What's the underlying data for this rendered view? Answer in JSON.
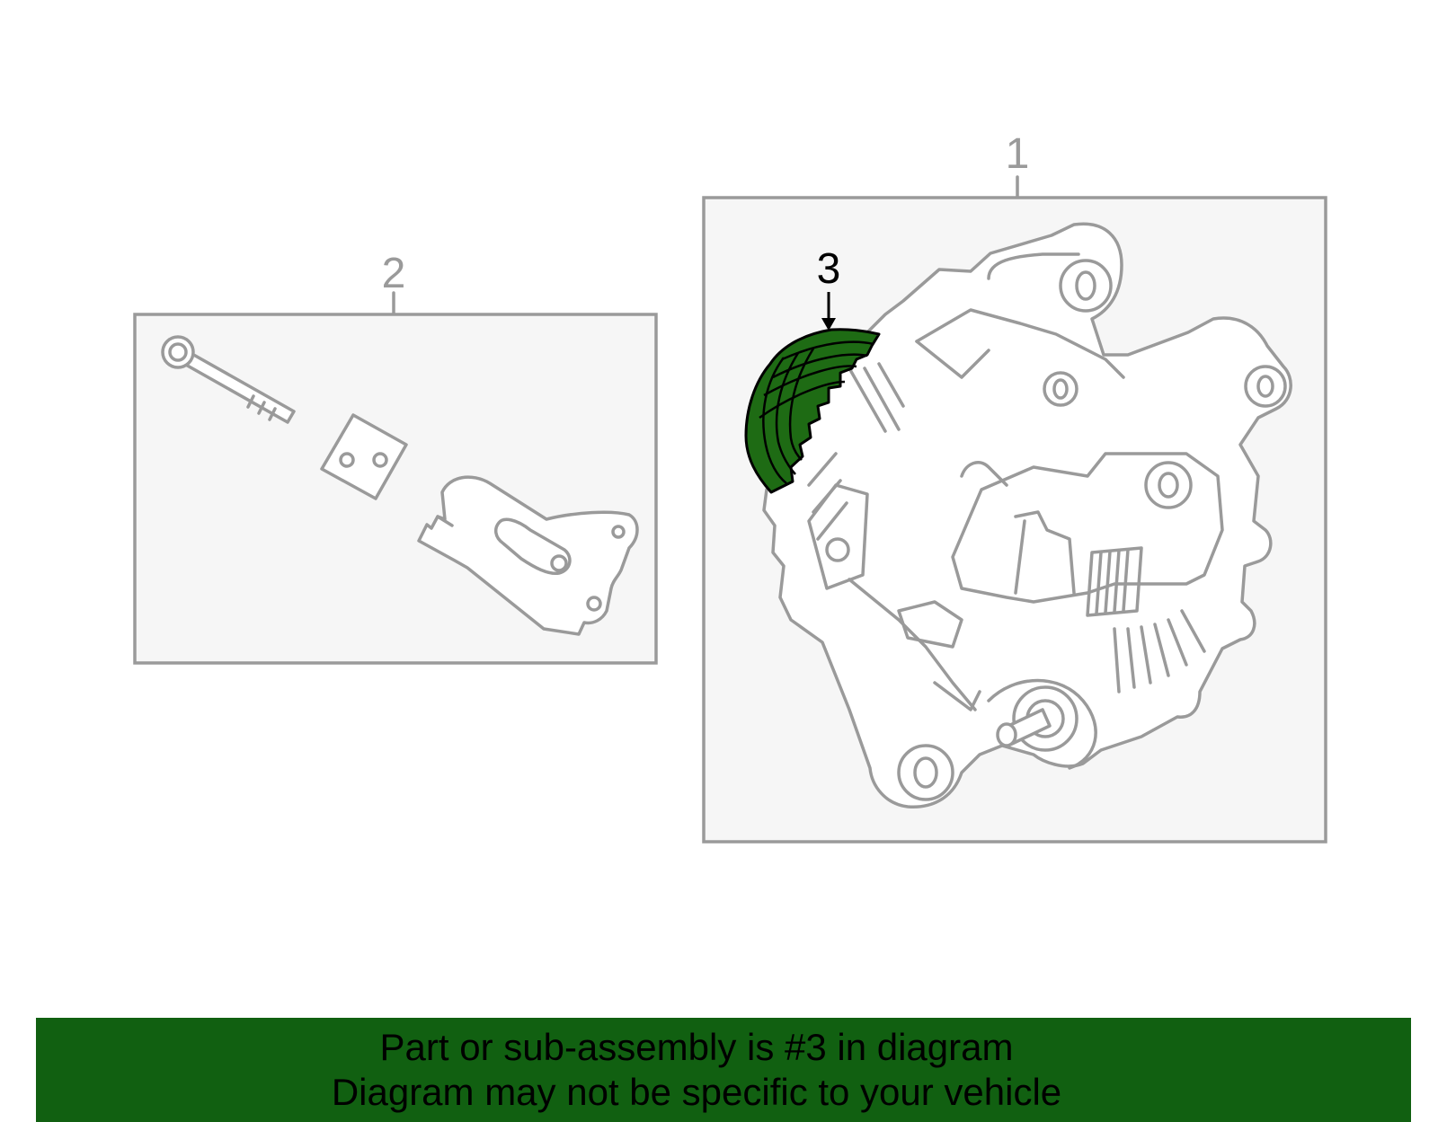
{
  "callouts": {
    "one": "1",
    "two": "2",
    "three": "3"
  },
  "highlight_color": "#1e6b14",
  "banner": {
    "color": "#116011",
    "line1": "Part or sub-assembly is #3 in diagram",
    "line2": "Diagram may not be specific to your vehicle"
  }
}
